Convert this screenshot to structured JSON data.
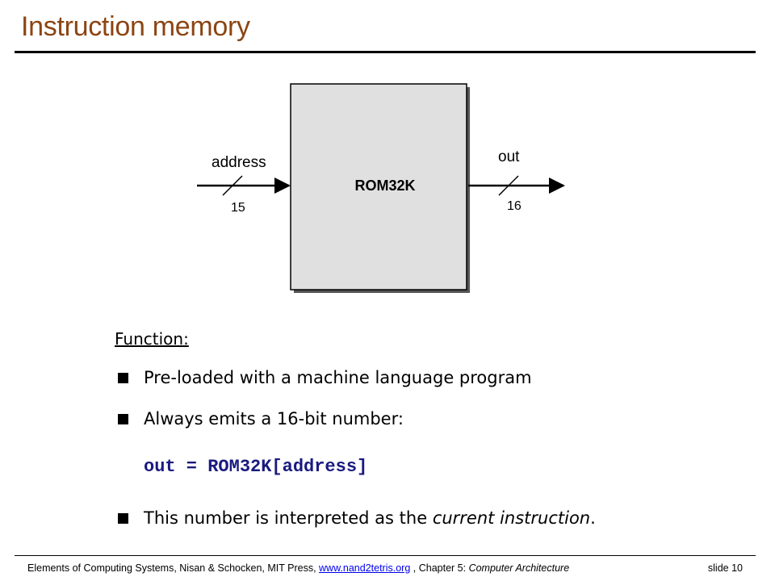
{
  "slide": {
    "title": "Instruction memory",
    "number": "slide 10"
  },
  "diagram": {
    "chip_name": "ROM32K",
    "input_label": "address",
    "input_width": "15",
    "output_label": "out",
    "output_width": "16"
  },
  "content": {
    "heading": "Function:",
    "bullet1": "Pre-loaded with a machine language program",
    "bullet2": "Always emits a 16-bit number:",
    "code": "out = ROM32K[address]",
    "bullet3_prefix": "This number is interpreted as the ",
    "bullet3_emphasis": "current instruction",
    "bullet3_suffix": "."
  },
  "footer": {
    "citation": "Elements of Computing Systems, Nisan & Schocken, MIT Press, ",
    "link": "www.nand2tetris.org",
    "chapter_sep": " , Chapter 5: ",
    "chapter": "Computer Architecture"
  },
  "colors": {
    "title": "#8b4513",
    "code": "#1a1a80",
    "chip_fill": "#e0e0e0"
  }
}
